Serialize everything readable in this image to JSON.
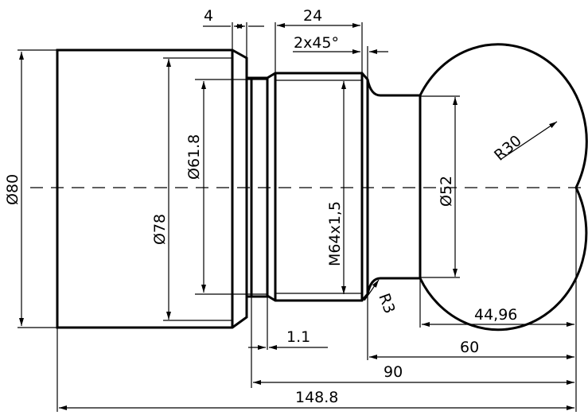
{
  "drawing": {
    "dimensions": {
      "d80": "Ø80",
      "d78": "Ø78",
      "d61_8": "Ø61.8",
      "m64": "M64x1,5",
      "d52": "Ø52",
      "r30": "R30",
      "r3": "R3",
      "w4": "4",
      "w24": "24",
      "chamfer": "2x45°",
      "w1_1": "1.1",
      "l44_96": "44,96",
      "l60": "60",
      "l90": "90",
      "l148_8": "148.8"
    }
  }
}
